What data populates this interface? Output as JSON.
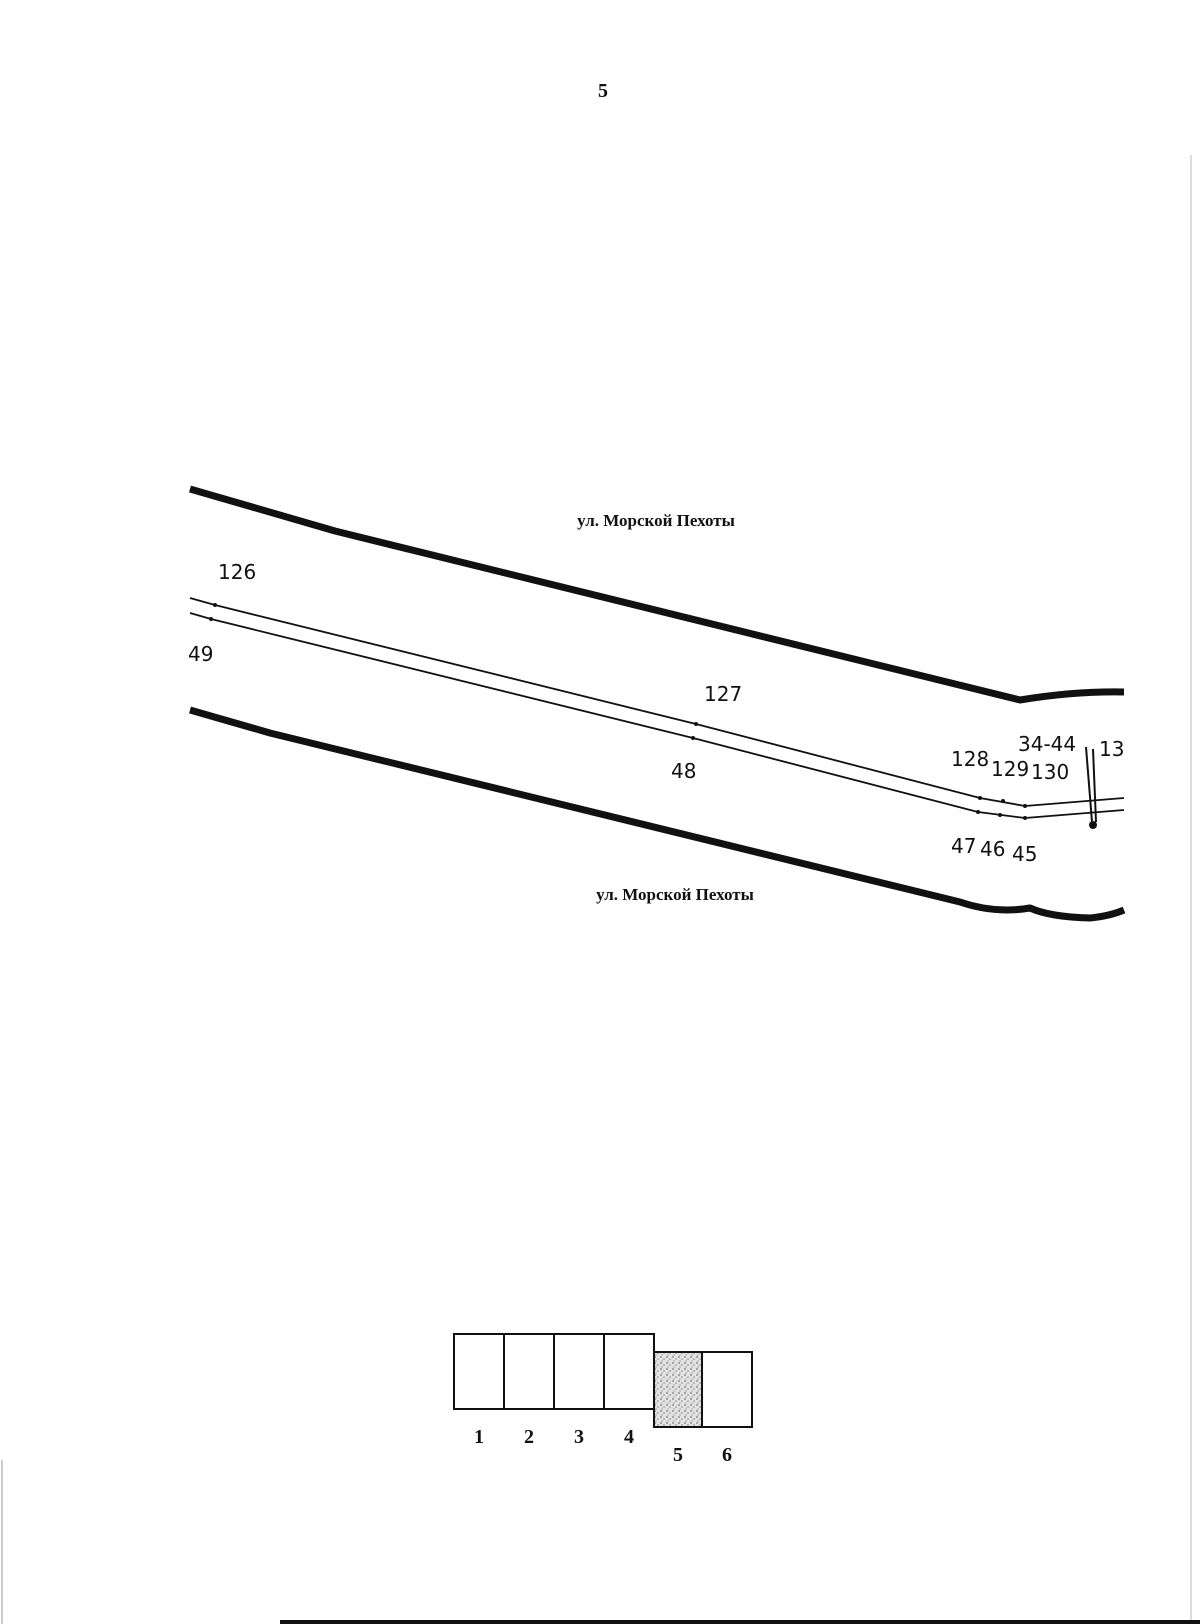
{
  "page": {
    "number": "5"
  },
  "streets": {
    "top_label": "ул. Морской Пехоты",
    "bottom_label": "ул. Морской Пехоты"
  },
  "points": {
    "p126": "126",
    "p49": "49",
    "p127": "127",
    "p48": "48",
    "p128": "128",
    "p129": "129",
    "p130": "130",
    "p34_44": "34-44",
    "p13": "13",
    "p47": "47",
    "p46": "46",
    "p45": "45"
  },
  "sheet_index": {
    "sheets": [
      "1",
      "2",
      "3",
      "4",
      "5",
      "6"
    ],
    "current_sheet": "5"
  },
  "colors": {
    "ink": "#111111",
    "paper": "#ffffff",
    "highlight": "#bdbdbd"
  }
}
